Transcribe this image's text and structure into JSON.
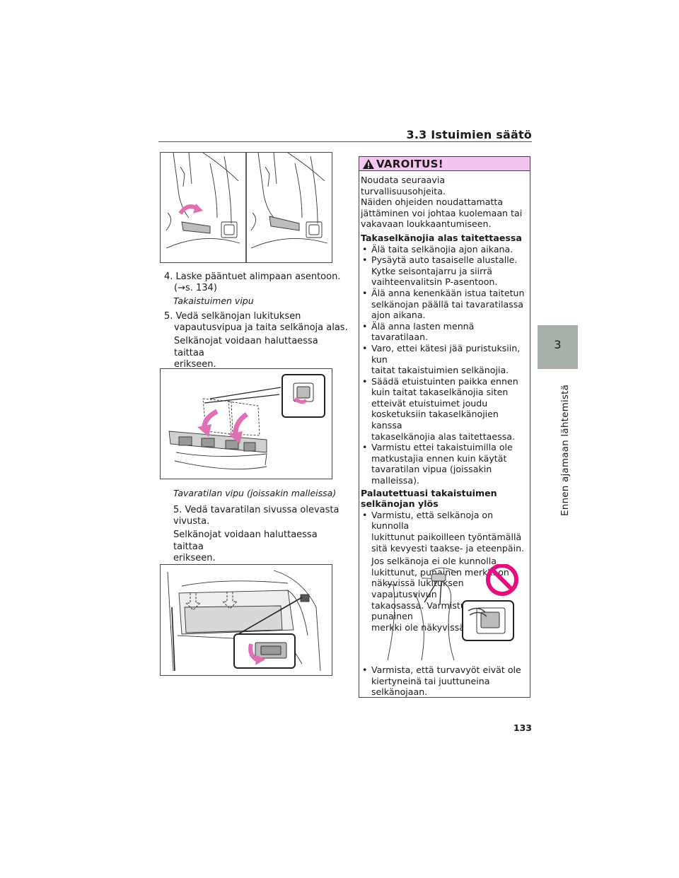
{
  "header": {
    "section_title": "3.3  Istuimien säätö"
  },
  "side_tab": {
    "chapter_number": "3",
    "chapter_title": "Ennen ajamaan lähtemistä"
  },
  "page_number": "133",
  "left_column": {
    "step4": {
      "text": "4. Laske pääntuet alimpaan asentoon.",
      "ref": "(→s. 134)"
    },
    "rear_seat_lever_heading": "Takaistuimen vipu",
    "step5": {
      "text": "5. Vedä selkänojan lukituksen",
      "text2": "vapautusvipua ja taita selkänoja alas.",
      "note": "Selkänojat voidaan haluttaessa taittaa",
      "note2": "erikseen."
    },
    "cargo_lever_heading": "Tavaratilan vipu (joissakin malleissa)",
    "step5b": {
      "text": "5. Vedä tavaratilan sivussa olevasta",
      "text2": "vivusta.",
      "note": "Selkänojat voidaan haluttaessa taittaa",
      "note2": "erikseen."
    }
  },
  "warning": {
    "title": "VAROITUS!",
    "intro": [
      "Noudata seuraavia turvallisuusohjeita.",
      "Näiden ohjeiden noudattamatta",
      "jättäminen voi johtaa kuolemaan tai",
      "vakavaan loukkaantumiseen."
    ],
    "folding_heading": "Takaselkänojia alas taitettaessa",
    "folding_items": [
      [
        "Älä taita selkänojia ajon aikana."
      ],
      [
        "Pysäytä auto tasaiselle alustalle.",
        "Kytke seisontajarru ja siirrä",
        "vaihteenvalitsin P-asentoon."
      ],
      [
        "Älä anna kenenkään istua taitetun",
        "selkänojan päällä tai tavaratilassa",
        "ajon aikana."
      ],
      [
        "Älä anna lasten mennä tavaratilaan."
      ],
      [
        "Varo, ettei kätesi jää puristuksiin, kun",
        "taitat takaistuimien selkänojia."
      ],
      [
        "Säädä etuistuinten paikka ennen",
        "kuin taitat takaselkänojia siten",
        "etteivät etuistuimet joudu",
        "kosketuksiin takaselkänojien kanssa",
        "takaselkänojia alas taitettaessa."
      ],
      [
        "Varmistu ettei takaistuimilla ole",
        "matkustajia ennen kuin käytät",
        "tavaratilan vipua (joissakin",
        "malleissa)."
      ]
    ],
    "return_heading": [
      "Palautettuasi takaistuimen",
      "selkänojan ylös"
    ],
    "return_item": [
      "Varmistu, että selkänoja on kunnolla",
      "lukittunut paikoilleen työntämällä",
      "sitä kevyesti taakse- ja eteenpäin."
    ],
    "return_note": [
      "Jos selkänoja ei ole kunnolla",
      "lukittunut, punainen merkki on",
      "näkyvissä lukituksen vapautusvivun",
      "takaosassa. Varmistu, ettei punainen",
      "merkki ole näkyvissä."
    ],
    "belt_item": [
      "Varmista, että turvavyöt eivät ole",
      "kiertyneinä tai juuttuneina",
      "selkänojaan."
    ]
  },
  "colors": {
    "accent": "#e06fb5",
    "warning_header": "#f4c6ef",
    "tab": "#a7b0a9",
    "prohibit": "#e2107e"
  }
}
